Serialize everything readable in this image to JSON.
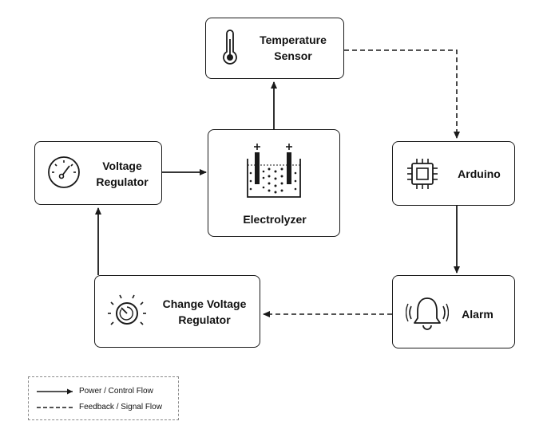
{
  "nodes": {
    "temperature_sensor": {
      "line1": "Temperature",
      "line2": "Sensor",
      "icon": "thermometer-icon"
    },
    "voltage_regulator": {
      "line1": "Voltage",
      "line2": "Regulator",
      "icon": "gauge-icon"
    },
    "electrolyzer": {
      "label": "Electrolyzer",
      "icon": "electrolysis-cell-icon"
    },
    "arduino": {
      "label": "Arduino",
      "icon": "microchip-icon"
    },
    "alarm": {
      "label": "Alarm",
      "icon": "bell-icon"
    },
    "change_voltage_regulator": {
      "line1": "Change Voltage",
      "line2": "Regulator",
      "icon": "knob-dial-icon"
    }
  },
  "edges": [
    {
      "from": "voltage_regulator",
      "to": "electrolyzer",
      "style": "solid"
    },
    {
      "from": "electrolyzer",
      "to": "temperature_sensor",
      "style": "solid"
    },
    {
      "from": "temperature_sensor",
      "to": "arduino",
      "style": "dashed"
    },
    {
      "from": "arduino",
      "to": "alarm",
      "style": "solid"
    },
    {
      "from": "alarm",
      "to": "change_voltage_regulator",
      "style": "dashed"
    },
    {
      "from": "change_voltage_regulator",
      "to": "voltage_regulator",
      "style": "solid"
    }
  ],
  "legend": {
    "solid_label": "Power / Control Flow",
    "dashed_label": "Feedback / Signal Flow"
  }
}
